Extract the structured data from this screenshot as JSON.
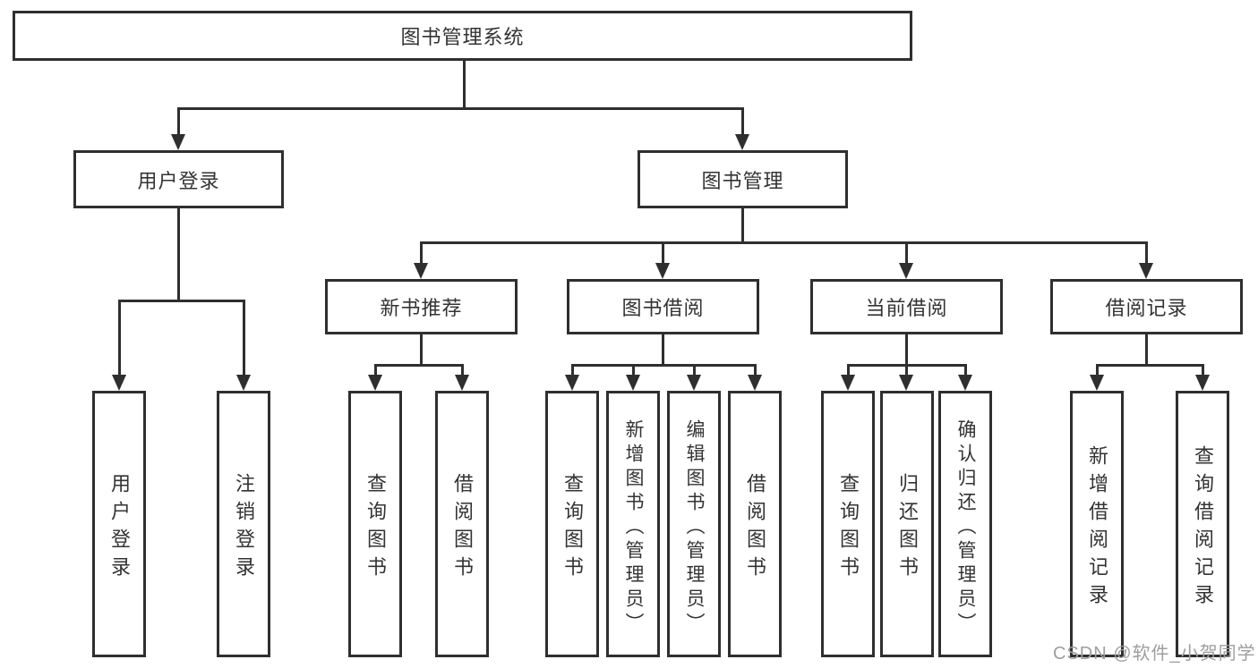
{
  "diagram": {
    "type": "tree-structure-chart",
    "root": {
      "label": "图书管理系统",
      "children": [
        {
          "label": "用户登录",
          "children": [
            {
              "label": "用户登录"
            },
            {
              "label": "注销登录"
            }
          ]
        },
        {
          "label": "图书管理",
          "children": [
            {
              "label": "新书推荐",
              "children": [
                {
                  "label": "查询图书"
                },
                {
                  "label": "借阅图书"
                }
              ]
            },
            {
              "label": "图书借阅",
              "children": [
                {
                  "label": "查询图书"
                },
                {
                  "label": "新增图书（管理员）"
                },
                {
                  "label": "编辑图书（管理员）"
                },
                {
                  "label": "借阅图书"
                }
              ]
            },
            {
              "label": "当前借阅",
              "children": [
                {
                  "label": "查询图书"
                },
                {
                  "label": "归还图书"
                },
                {
                  "label": "确认归还（管理员）"
                }
              ]
            },
            {
              "label": "借阅记录",
              "children": [
                {
                  "label": "新增借阅记录"
                },
                {
                  "label": "查询借阅记录"
                }
              ]
            }
          ]
        }
      ]
    }
  },
  "watermark": {
    "text": "CSDN @软件_小贺同学"
  },
  "colors": {
    "line": "#2f2f2f",
    "text": "#333333",
    "background": "#ffffff",
    "watermark": "#9e9e9e"
  }
}
